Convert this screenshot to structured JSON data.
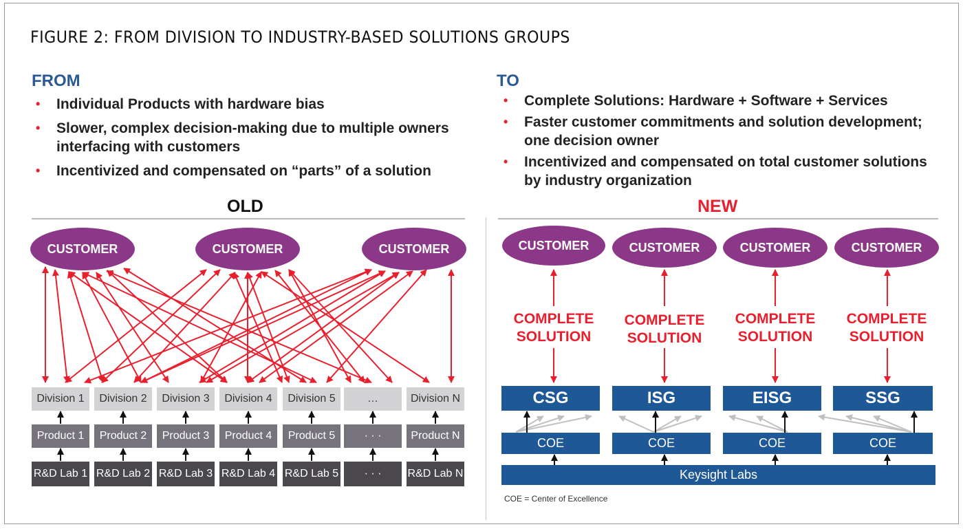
{
  "figure": {
    "title": "FIGURE 2: FROM DIVISION TO INDUSTRY-BASED SOLUTIONS GROUPS"
  },
  "from": {
    "heading": "FROM",
    "bullets": [
      "Individual Products with hardware bias",
      "Slower, complex decision-making due to multiple owners interfacing with customers",
      "Incentivized and compensated on “parts” of a solution"
    ],
    "diagram_label": "OLD"
  },
  "to": {
    "heading": "TO",
    "bullets": [
      "Complete Solutions: Hardware + Software + Services",
      "Faster customer commitments and solution development; one decision owner",
      "Incentivized and compensated on total customer solutions by industry organization"
    ],
    "diagram_label": "NEW"
  },
  "old_diagram": {
    "customers": [
      "CUSTOMER",
      "CUSTOMER",
      "CUSTOMER"
    ],
    "divisions": [
      "Division 1",
      "Division 2",
      "Division 3",
      "Division 4",
      "Division 5",
      "…",
      "Division N"
    ],
    "products": [
      "Product 1",
      "Product 2",
      "Product 3",
      "Product 4",
      "Product 5",
      "· · ·",
      "Product N"
    ],
    "labs": [
      "R&D Lab 1",
      "R&D Lab 2",
      "R&D Lab 3",
      "R&D Lab 4",
      "R&D Lab 5",
      "· · ·",
      "R&D Lab N"
    ]
  },
  "new_diagram": {
    "customers": [
      "CUSTOMER",
      "CUSTOMER",
      "CUSTOMER",
      "CUSTOMER"
    ],
    "solution_label_line1": "COMPLETE",
    "solution_label_line2": "SOLUTION",
    "groups": [
      "CSG",
      "ISG",
      "EISG",
      "SSG"
    ],
    "coes": [
      "COE",
      "COE",
      "COE",
      "COE"
    ],
    "labs": "Keysight Labs",
    "footnote": "COE = Center of Excellence"
  },
  "colors": {
    "customer_fill": "#8b3888",
    "arrow_red": "#e8202e",
    "keysight_blue": "#1e5896",
    "heading_blue": "#2a5a96",
    "division_gray": "#d3d3d5",
    "product_gray": "#77737c",
    "lab_gray": "#4a474d",
    "gray_arrow": "#c0c0c0"
  }
}
